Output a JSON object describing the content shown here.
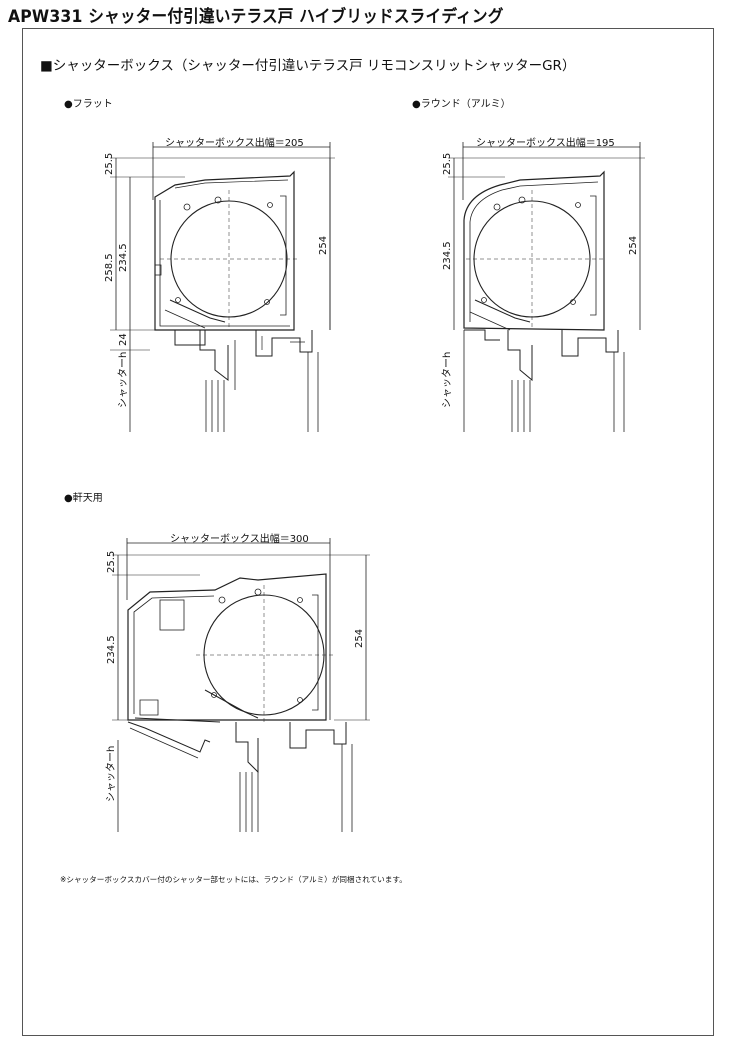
{
  "title": "APW331 シャッター付引違いテラス戸 ハイブリッドスライディング",
  "section_title": "■シャッターボックス（シャッター付引違いテラス戸 リモコンスリットシャッターGR）",
  "figures": {
    "flat": {
      "label": "●フラット",
      "width_label": "シャッターボックス出幅＝205",
      "dim_top": "25.5",
      "dim_outer": "258.5",
      "dim_inner": "234.5",
      "dim_right": "254",
      "dim_bottom": "24",
      "shutter_h": "シャッターh"
    },
    "round": {
      "label": "●ラウンド（アルミ）",
      "width_label": "シャッターボックス出幅＝195",
      "dim_top": "25.5",
      "dim_inner": "234.5",
      "dim_right": "254",
      "shutter_h": "シャッターh"
    },
    "soffit": {
      "label": "●軒天用",
      "width_label": "シャッターボックス出幅＝300",
      "dim_top": "25.5",
      "dim_inner": "234.5",
      "dim_right": "254",
      "shutter_h": "シャッターh"
    }
  },
  "footnote": "※シャッターボックスカバー付のシャッター部セットには、ラウンド（アルミ）が同梱されています。"
}
